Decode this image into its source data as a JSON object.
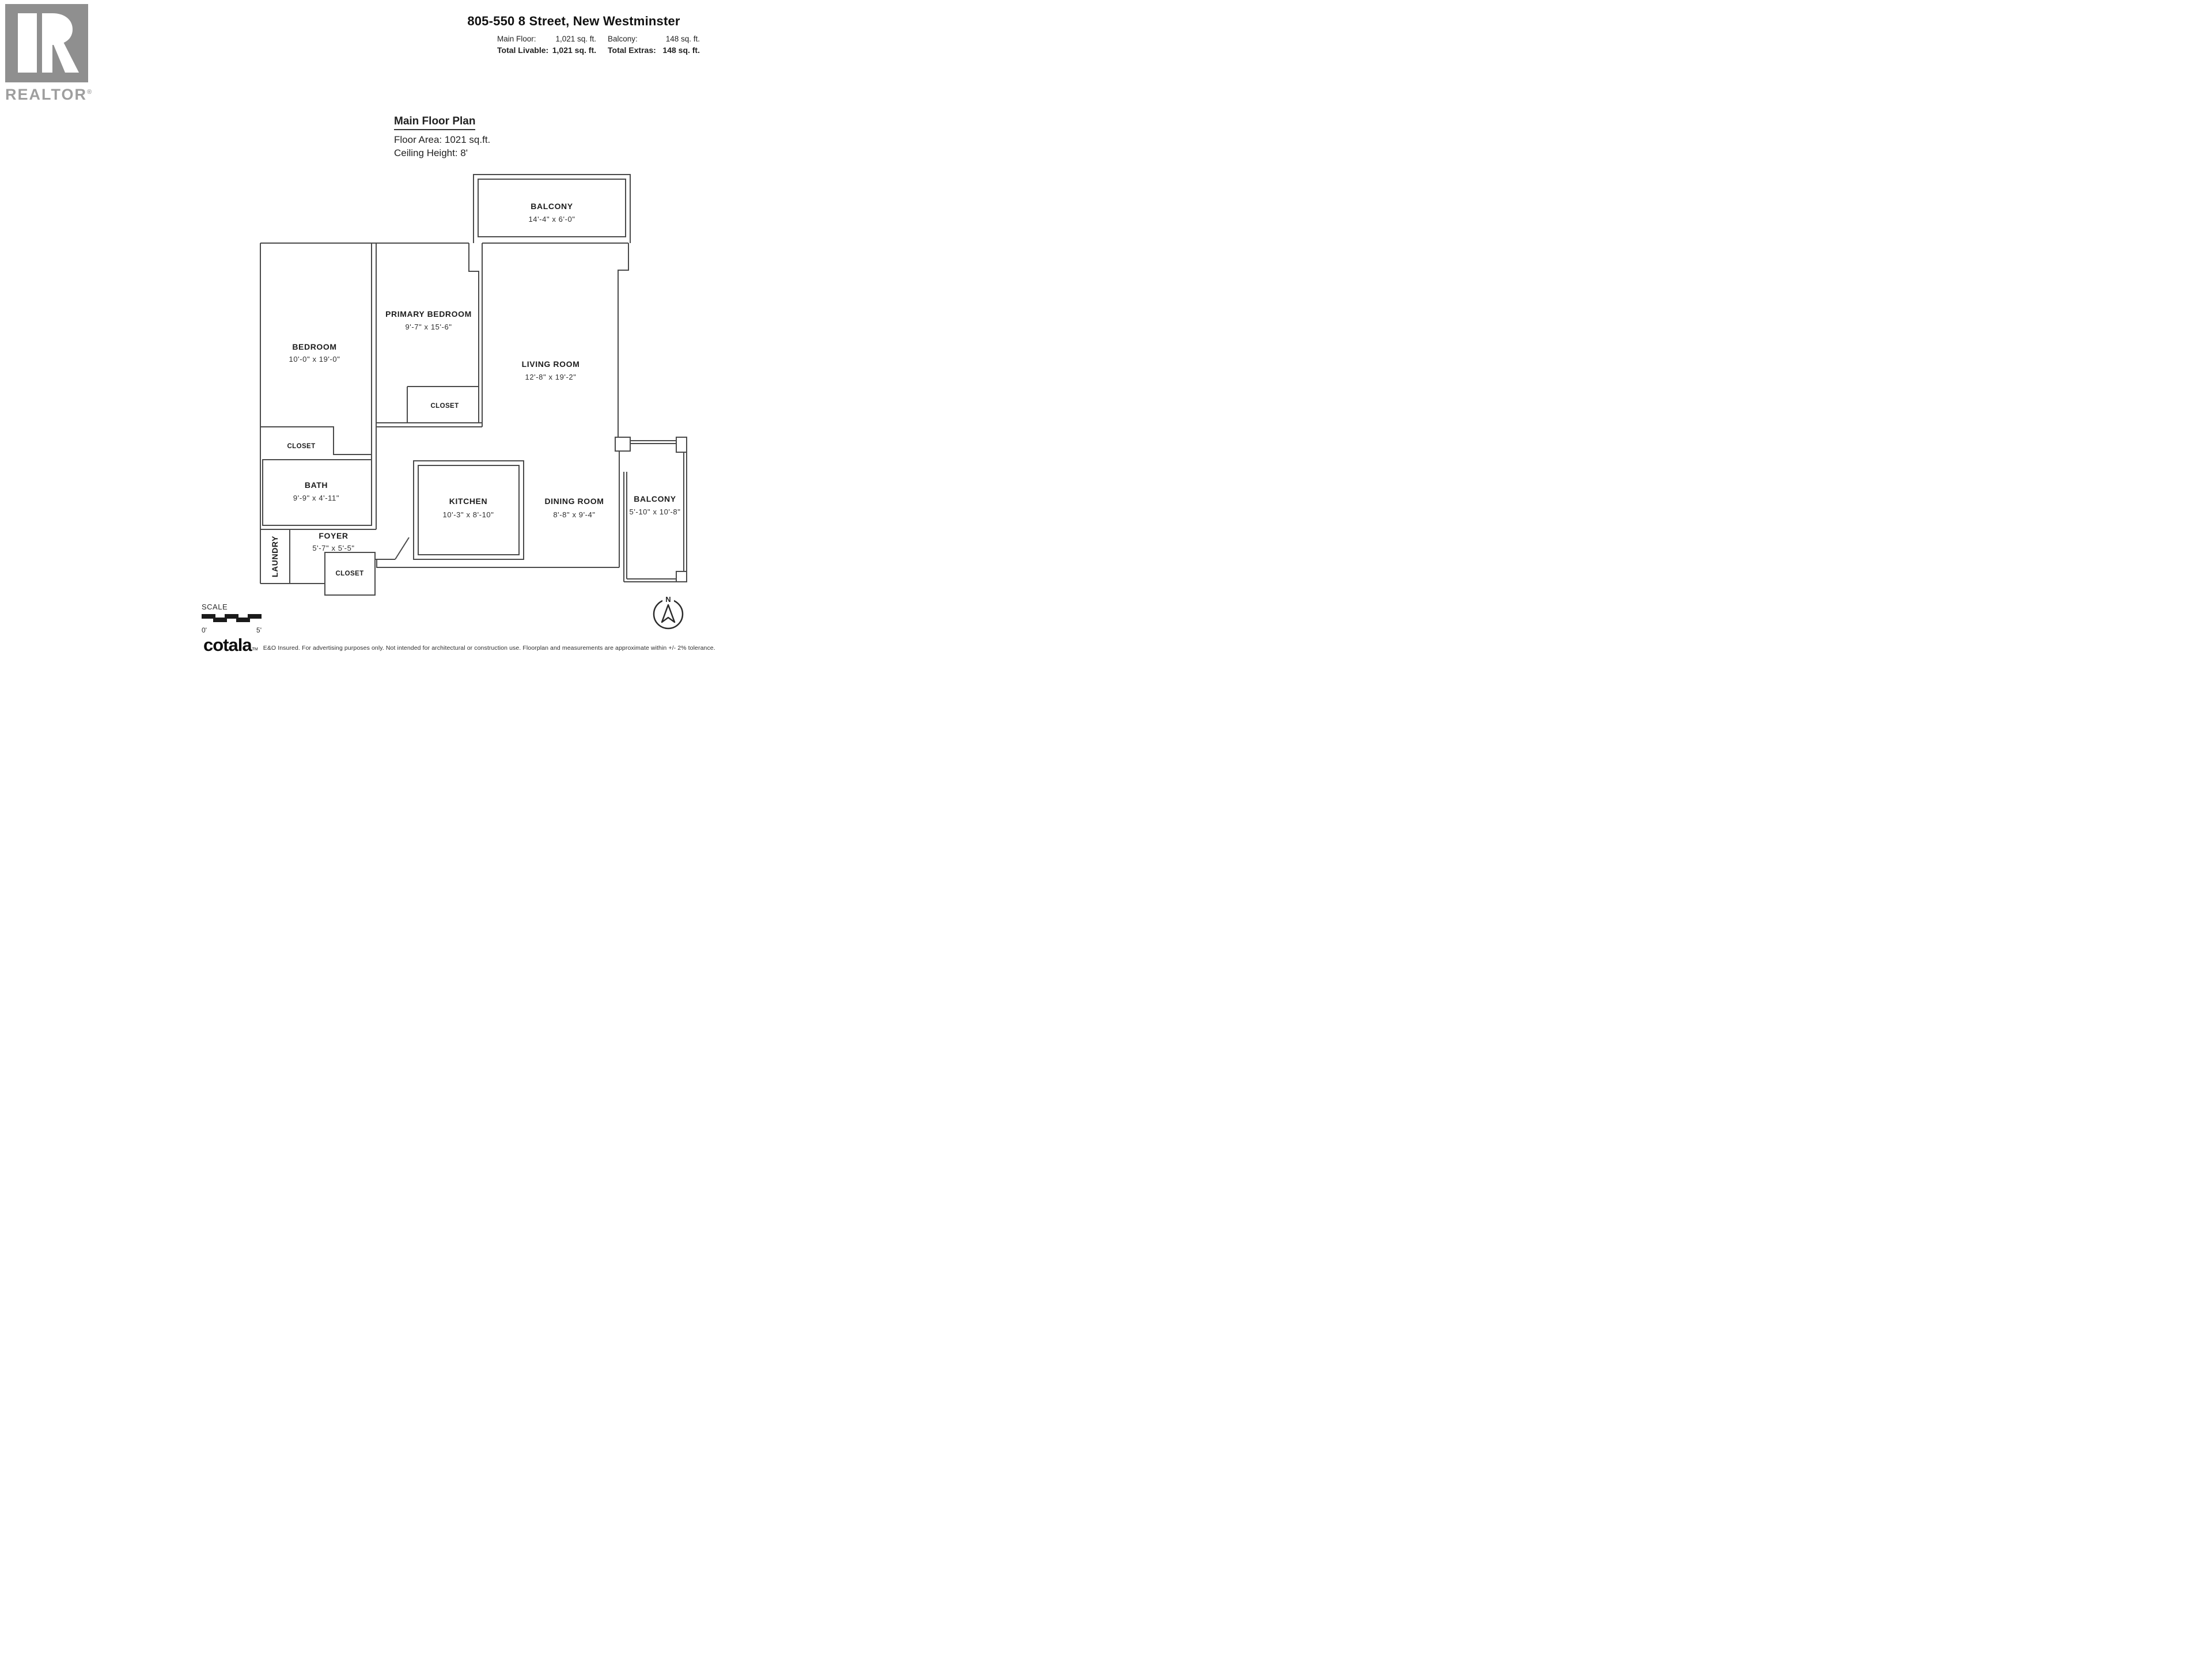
{
  "branding": {
    "realtor_wordmark": "REALTOR",
    "registered_symbol": "®",
    "footer_logo": "cotala",
    "footer_logo_tm": "TM",
    "disclaimer": "E&O Insured. For advertising purposes only. Not intended for architectural or construction use. Floorplan and measurements are approximate within +/- 2% tolerance."
  },
  "header": {
    "address": "805-550 8 Street, New Westminster",
    "stats_rows": [
      {
        "cells": [
          {
            "label": "Main Floor:",
            "value": "1,021 sq. ft."
          },
          {
            "label": "Balcony:",
            "value": "148 sq. ft."
          }
        ]
      },
      {
        "cells": [
          {
            "label": "Total Livable:",
            "value": "1,021 sq. ft."
          },
          {
            "label": "Total Extras:",
            "value": "148 sq. ft."
          }
        ]
      }
    ]
  },
  "plan_info": {
    "title": "Main Floor Plan",
    "floor_area": "Floor Area: 1021 sq.ft.",
    "ceiling_height": "Ceiling Height: 8'"
  },
  "plan": {
    "rooms": {
      "balcony_top": {
        "name": "BALCONY",
        "dims": "14'-4\" x  6'-0\""
      },
      "bedroom": {
        "name": "BEDROOM",
        "dims": "10'-0\" x 19'-0\""
      },
      "primary": {
        "name": "PRIMARY BEDROOM",
        "dims": "9'-7\" x 15'-6\""
      },
      "living": {
        "name": "LIVING ROOM",
        "dims": "12'-8\" x 19'-2\""
      },
      "closet_primary": {
        "name": "CLOSET"
      },
      "closet_bedroom": {
        "name": "CLOSET"
      },
      "bath": {
        "name": "BATH",
        "dims": "9'-9\" x 4'-11\""
      },
      "kitchen": {
        "name": "KITCHEN",
        "dims": "10'-3\" x 8'-10\""
      },
      "dining": {
        "name": "DINING ROOM",
        "dims": "8'-8\" x 9'-4\""
      },
      "balcony_right": {
        "name": "BALCONY",
        "dims": "5'-10\" x 10'-8\""
      },
      "foyer": {
        "name": "FOYER",
        "dims": "5'-7\" x 5'-5\""
      },
      "laundry": {
        "name": "LAUNDRY"
      },
      "closet_foyer": {
        "name": "CLOSET"
      }
    }
  },
  "scale": {
    "label": "SCALE",
    "start": "0'",
    "end": "5'"
  },
  "compass": {
    "north": "N"
  },
  "colors": {
    "wall": "#4a4a4a",
    "logo_gray": "#8f8f8f",
    "text": "#1f1f1f"
  }
}
